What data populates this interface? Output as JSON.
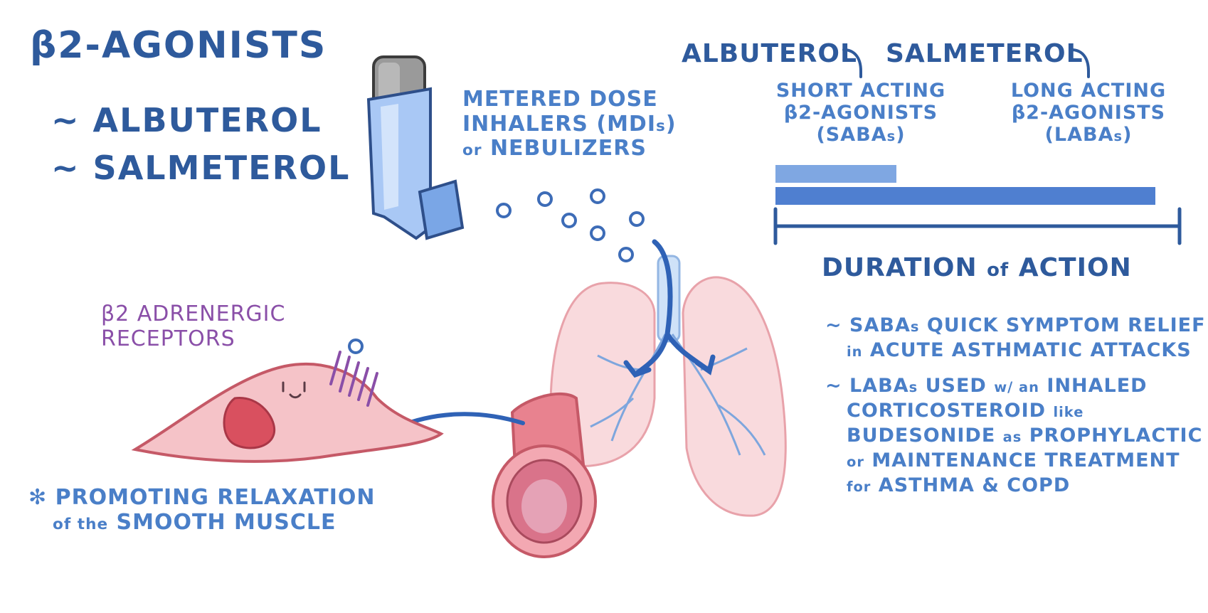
{
  "title": "β2-AGONISTS",
  "drug_list": [
    "~ ALBUTEROL",
    "~ SALMETEROL"
  ],
  "delivery": {
    "line1": "METERED DOSE",
    "line2_main": "INHALERS (MDI",
    "line2_small": "s",
    "line2_end": ")",
    "line3_small": "or",
    "line3_main": " NEBULIZERS"
  },
  "receptor_label": [
    "β2 ADRENERGIC",
    "RECEPTORS"
  ],
  "effect": {
    "star": "✻",
    "line1": "PROMOTING RELAXATION",
    "line2_small": "of the",
    "line2_main": " SMOOTH MUSCLE"
  },
  "duration": {
    "short": {
      "drug": "ALBUTEROL",
      "line1": "SHORT ACTING",
      "line2": "β2-AGONISTS",
      "line3_main": "(SABA",
      "line3_small": "s",
      "line3_end": ")"
    },
    "long": {
      "drug": "SALMETEROL",
      "line1": "LONG ACTING",
      "line2": "β2-AGONISTS",
      "line3_main": "(LABA",
      "line3_small": "s",
      "line3_end": ")"
    },
    "axis_main1": "DURATION ",
    "axis_small": "of",
    "axis_main2": " ACTION",
    "short_fraction": 0.3,
    "long_fraction": 0.94
  },
  "notes": {
    "n1_l1_a": "~ SABA",
    "n1_l1_s": "s",
    "n1_l1_b": " QUICK SYMPTOM RELIEF",
    "n1_l2_s": "in",
    "n1_l2_b": " ACUTE ASTHMATIC ATTACKS",
    "n2_l1_a": "~ LABA",
    "n2_l1_s": "s",
    "n2_l1_b": " USED ",
    "n2_l1_s2": "w/ an",
    "n2_l1_c": " INHALED",
    "n2_l2_a": "CORTICOSTEROID ",
    "n2_l2_s": "like",
    "n2_l3_a": "BUDESONIDE ",
    "n2_l3_s": "as",
    "n2_l3_b": " PROPHYLACTIC",
    "n2_l4_s": "or",
    "n2_l4_b": " MAINTENANCE TREATMENT",
    "n2_l5_s": "for",
    "n2_l5_b": " ASTHMA & COPD"
  },
  "colors": {
    "text_dark": "#2e5a9c",
    "text_mid": "#4a7fc8",
    "receptor": "#8a4fa8",
    "short_bar": "#7fa7e2",
    "long_bar": "#4f7fd0",
    "inhaler": "#a9c8f5",
    "lung": "#f7d4d8",
    "muscle": "#f2a7ae"
  }
}
